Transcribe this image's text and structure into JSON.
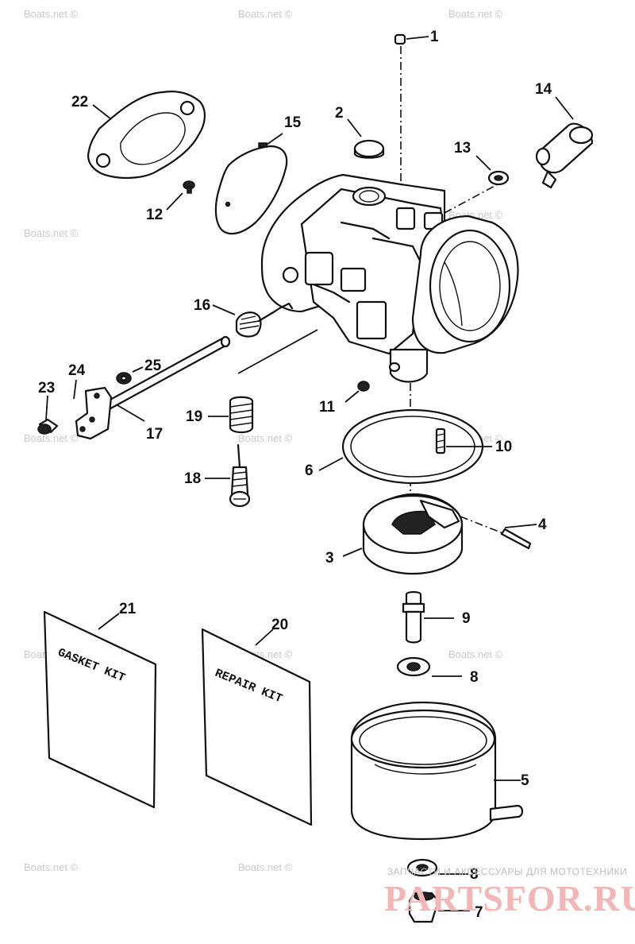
{
  "diagram": {
    "callouts": [
      {
        "id": "callout-1",
        "label": "1"
      },
      {
        "id": "callout-2",
        "label": "2"
      },
      {
        "id": "callout-3",
        "label": "3"
      },
      {
        "id": "callout-4",
        "label": "4"
      },
      {
        "id": "callout-5",
        "label": "5"
      },
      {
        "id": "callout-6",
        "label": "6"
      },
      {
        "id": "callout-7",
        "label": "7"
      },
      {
        "id": "callout-8a",
        "label": "8"
      },
      {
        "id": "callout-8b",
        "label": "8"
      },
      {
        "id": "callout-9",
        "label": "9"
      },
      {
        "id": "callout-10",
        "label": "10"
      },
      {
        "id": "callout-11",
        "label": "11"
      },
      {
        "id": "callout-12",
        "label": "12"
      },
      {
        "id": "callout-13",
        "label": "13"
      },
      {
        "id": "callout-14",
        "label": "14"
      },
      {
        "id": "callout-15",
        "label": "15"
      },
      {
        "id": "callout-16",
        "label": "16"
      },
      {
        "id": "callout-17",
        "label": "17"
      },
      {
        "id": "callout-18",
        "label": "18"
      },
      {
        "id": "callout-19",
        "label": "19"
      },
      {
        "id": "callout-20",
        "label": "20"
      },
      {
        "id": "callout-21",
        "label": "21"
      },
      {
        "id": "callout-22",
        "label": "22"
      },
      {
        "id": "callout-23",
        "label": "23"
      },
      {
        "id": "callout-24",
        "label": "24"
      },
      {
        "id": "callout-25",
        "label": "25"
      }
    ],
    "kits": {
      "gasket_kit": "GASKET KIT",
      "repair_kit": "REPAIR KIT"
    }
  },
  "watermark": "Boats.net ©",
  "banner": {
    "top_text": "ЗАПЧАСТИ И АКСЕССУАРЫ ДЛЯ МОТОТЕХНИКИ",
    "main_text": "PARTSFOR.RU"
  }
}
